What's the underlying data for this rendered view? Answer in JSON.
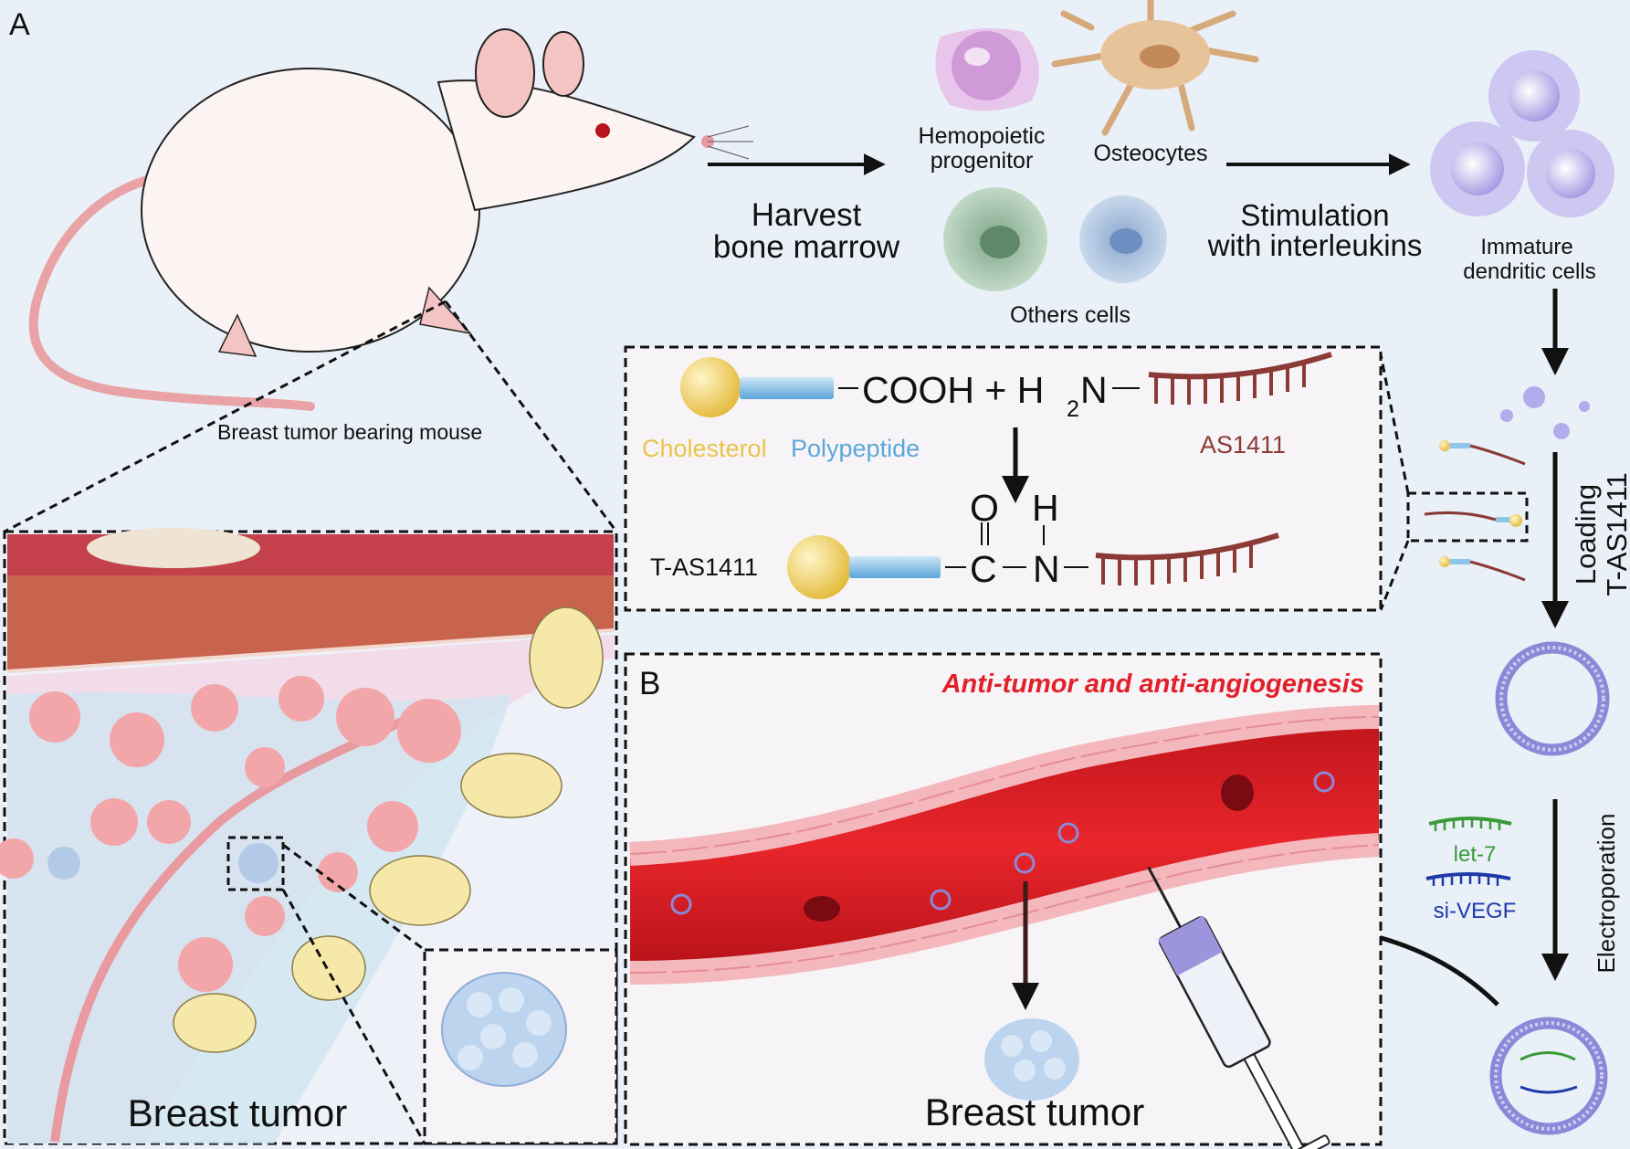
{
  "panels": {
    "a": "A",
    "b": "B"
  },
  "mouse_caption": "Breast tumor bearing mouse",
  "harvest": {
    "line1": "Harvest",
    "line2": "bone marrow"
  },
  "cells": {
    "hemopoietic_1": "Hemopoietic",
    "hemopoietic_2": "progenitor",
    "osteocytes": "Osteocytes",
    "others": "Others cells",
    "immature_1": "Immature",
    "immature_2": "dendritic cells"
  },
  "stimulation": {
    "line1": "Stimulation",
    "line2": "with interleukins"
  },
  "chem": {
    "cooh": "COOH + H",
    "sub2": "2",
    "n": "N",
    "cholesterol": "Cholesterol",
    "polypeptide": "Polypeptide",
    "as1411": "AS1411",
    "t_as1411": "T-AS1411",
    "o": "O",
    "h": "H",
    "c": "C",
    "n2": "N"
  },
  "side": {
    "loading_1": "Loading",
    "loading_2": "T-AS1411",
    "electroporation": "Electroporation",
    "let7": "let-7",
    "sivegf": "si-VEGF"
  },
  "panel_b": {
    "headline": "Anti-tumor and anti-angiogenesis"
  },
  "tumor_labels": {
    "left": "Breast tumor",
    "right": "Breast tumor"
  },
  "colors": {
    "background": "#e9f0f7",
    "headline_red": "#e0202a",
    "cholesterol_yellow": "#e8c44a",
    "polypeptide_blue": "#5ba8d8",
    "as1411_brown": "#8b3a36",
    "let7_green": "#3a9a3a",
    "sivegf_blue": "#1f3aa8"
  }
}
